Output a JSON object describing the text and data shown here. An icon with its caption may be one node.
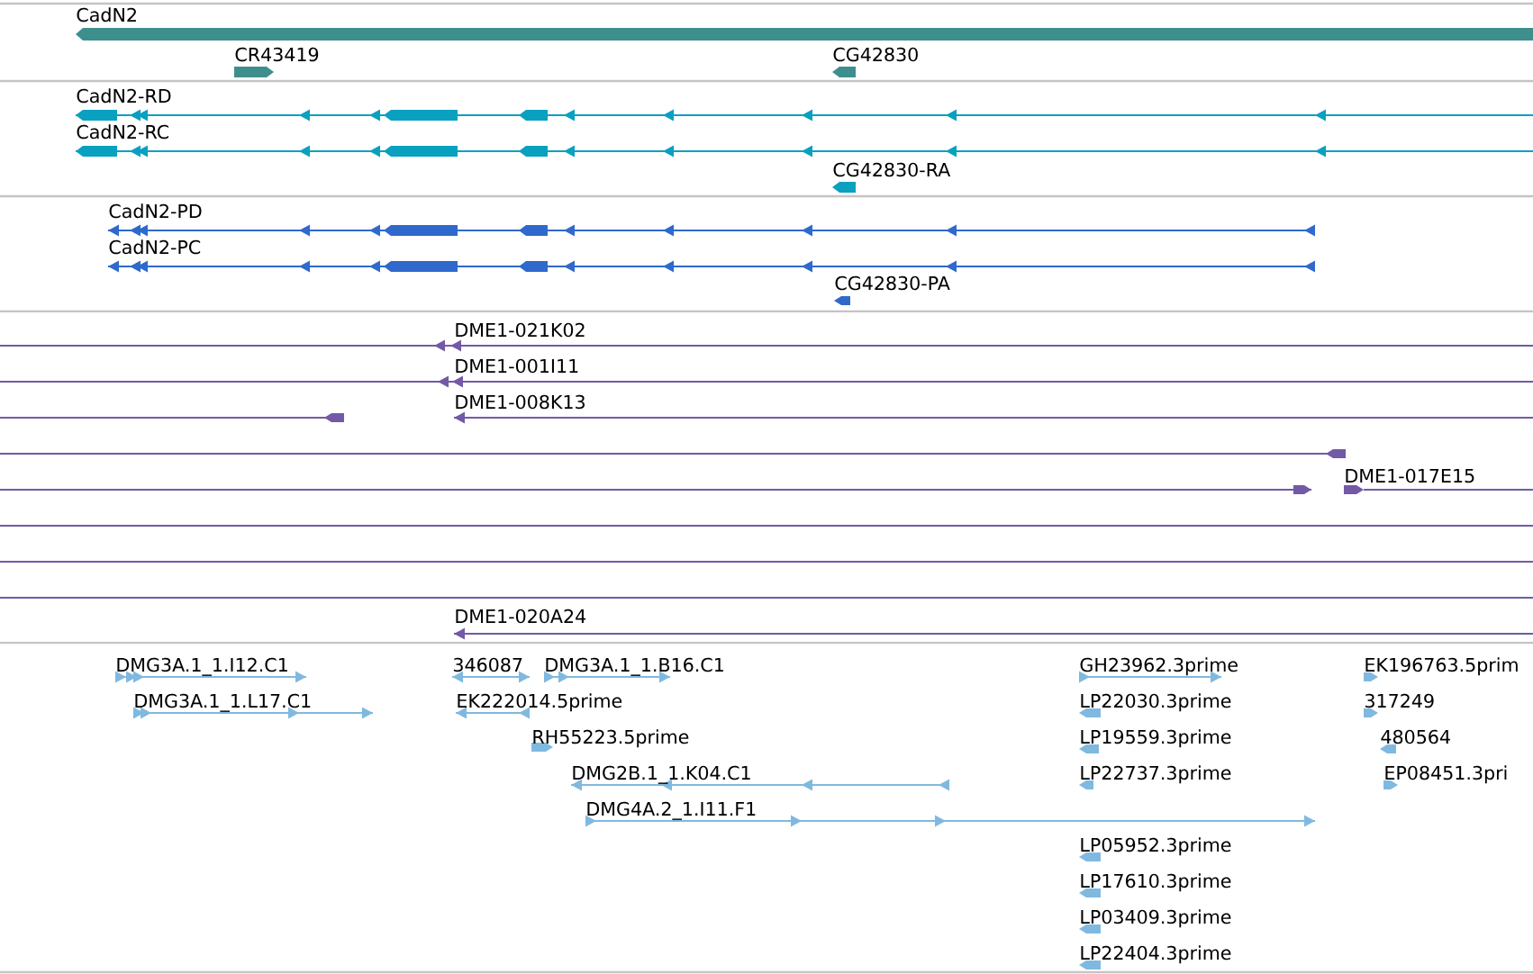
{
  "diagram": {
    "nodes": [
      {
        "text": [
          "CadN2"
        ]
      },
      {
        "text": [
          "CR43419"
        ]
      },
      {
        "text": [
          "CG42830"
        ]
      },
      {
        "text": [
          "CadN2-RD"
        ]
      },
      {
        "text": [
          "CadN2-RC"
        ]
      },
      {
        "text": [
          "CG42830-RA"
        ]
      },
      {
        "text": [
          "CadN2-PD"
        ]
      },
      {
        "text": [
          "CadN2-PC"
        ]
      },
      {
        "text": [
          "CG42830-PA"
        ]
      },
      {
        "text": [
          "DME1-021K02"
        ]
      },
      {
        "text": [
          "DME1-001I11"
        ]
      },
      {
        "text": [
          "DME1-008K13"
        ]
      },
      {
        "text": [
          "DME1-017E15"
        ]
      },
      {
        "text": [
          "DME1-020A24"
        ]
      },
      {
        "text": [
          "DMG3A.1_1.I12.C1"
        ]
      },
      {
        "text": [
          "346087"
        ]
      },
      {
        "text": [
          "DMG3A.1_1.B16.C1"
        ]
      },
      {
        "text": [
          "GH23962.3prime"
        ]
      },
      {
        "text": [
          "EK196763.5prim"
        ]
      },
      {
        "text": [
          "DMG3A.1_1.L17.C1"
        ]
      },
      {
        "text": [
          "EK222014.5prime"
        ]
      },
      {
        "text": [
          "LP22030.3prime"
        ]
      },
      {
        "text": [
          "317249"
        ]
      },
      {
        "text": [
          "RH55223.5prime"
        ]
      },
      {
        "text": [
          "LP19559.3prime"
        ]
      },
      {
        "text": [
          "480564"
        ]
      },
      {
        "text": [
          "DMG2B.1_1.K04.C1"
        ]
      },
      {
        "text": [
          "LP22737.3prime"
        ]
      },
      {
        "text": [
          "EP08451.3pri"
        ]
      },
      {
        "text": [
          "DMG4A.2_1.I11.F1"
        ]
      },
      {
        "text": [
          "LP05952.3prime"
        ]
      },
      {
        "text": [
          "LP17610.3prime"
        ]
      },
      {
        "text": [
          "LP03409.3prime"
        ]
      },
      {
        "text": [
          "LP22404.3prime"
        ]
      }
    ]
  }
}
